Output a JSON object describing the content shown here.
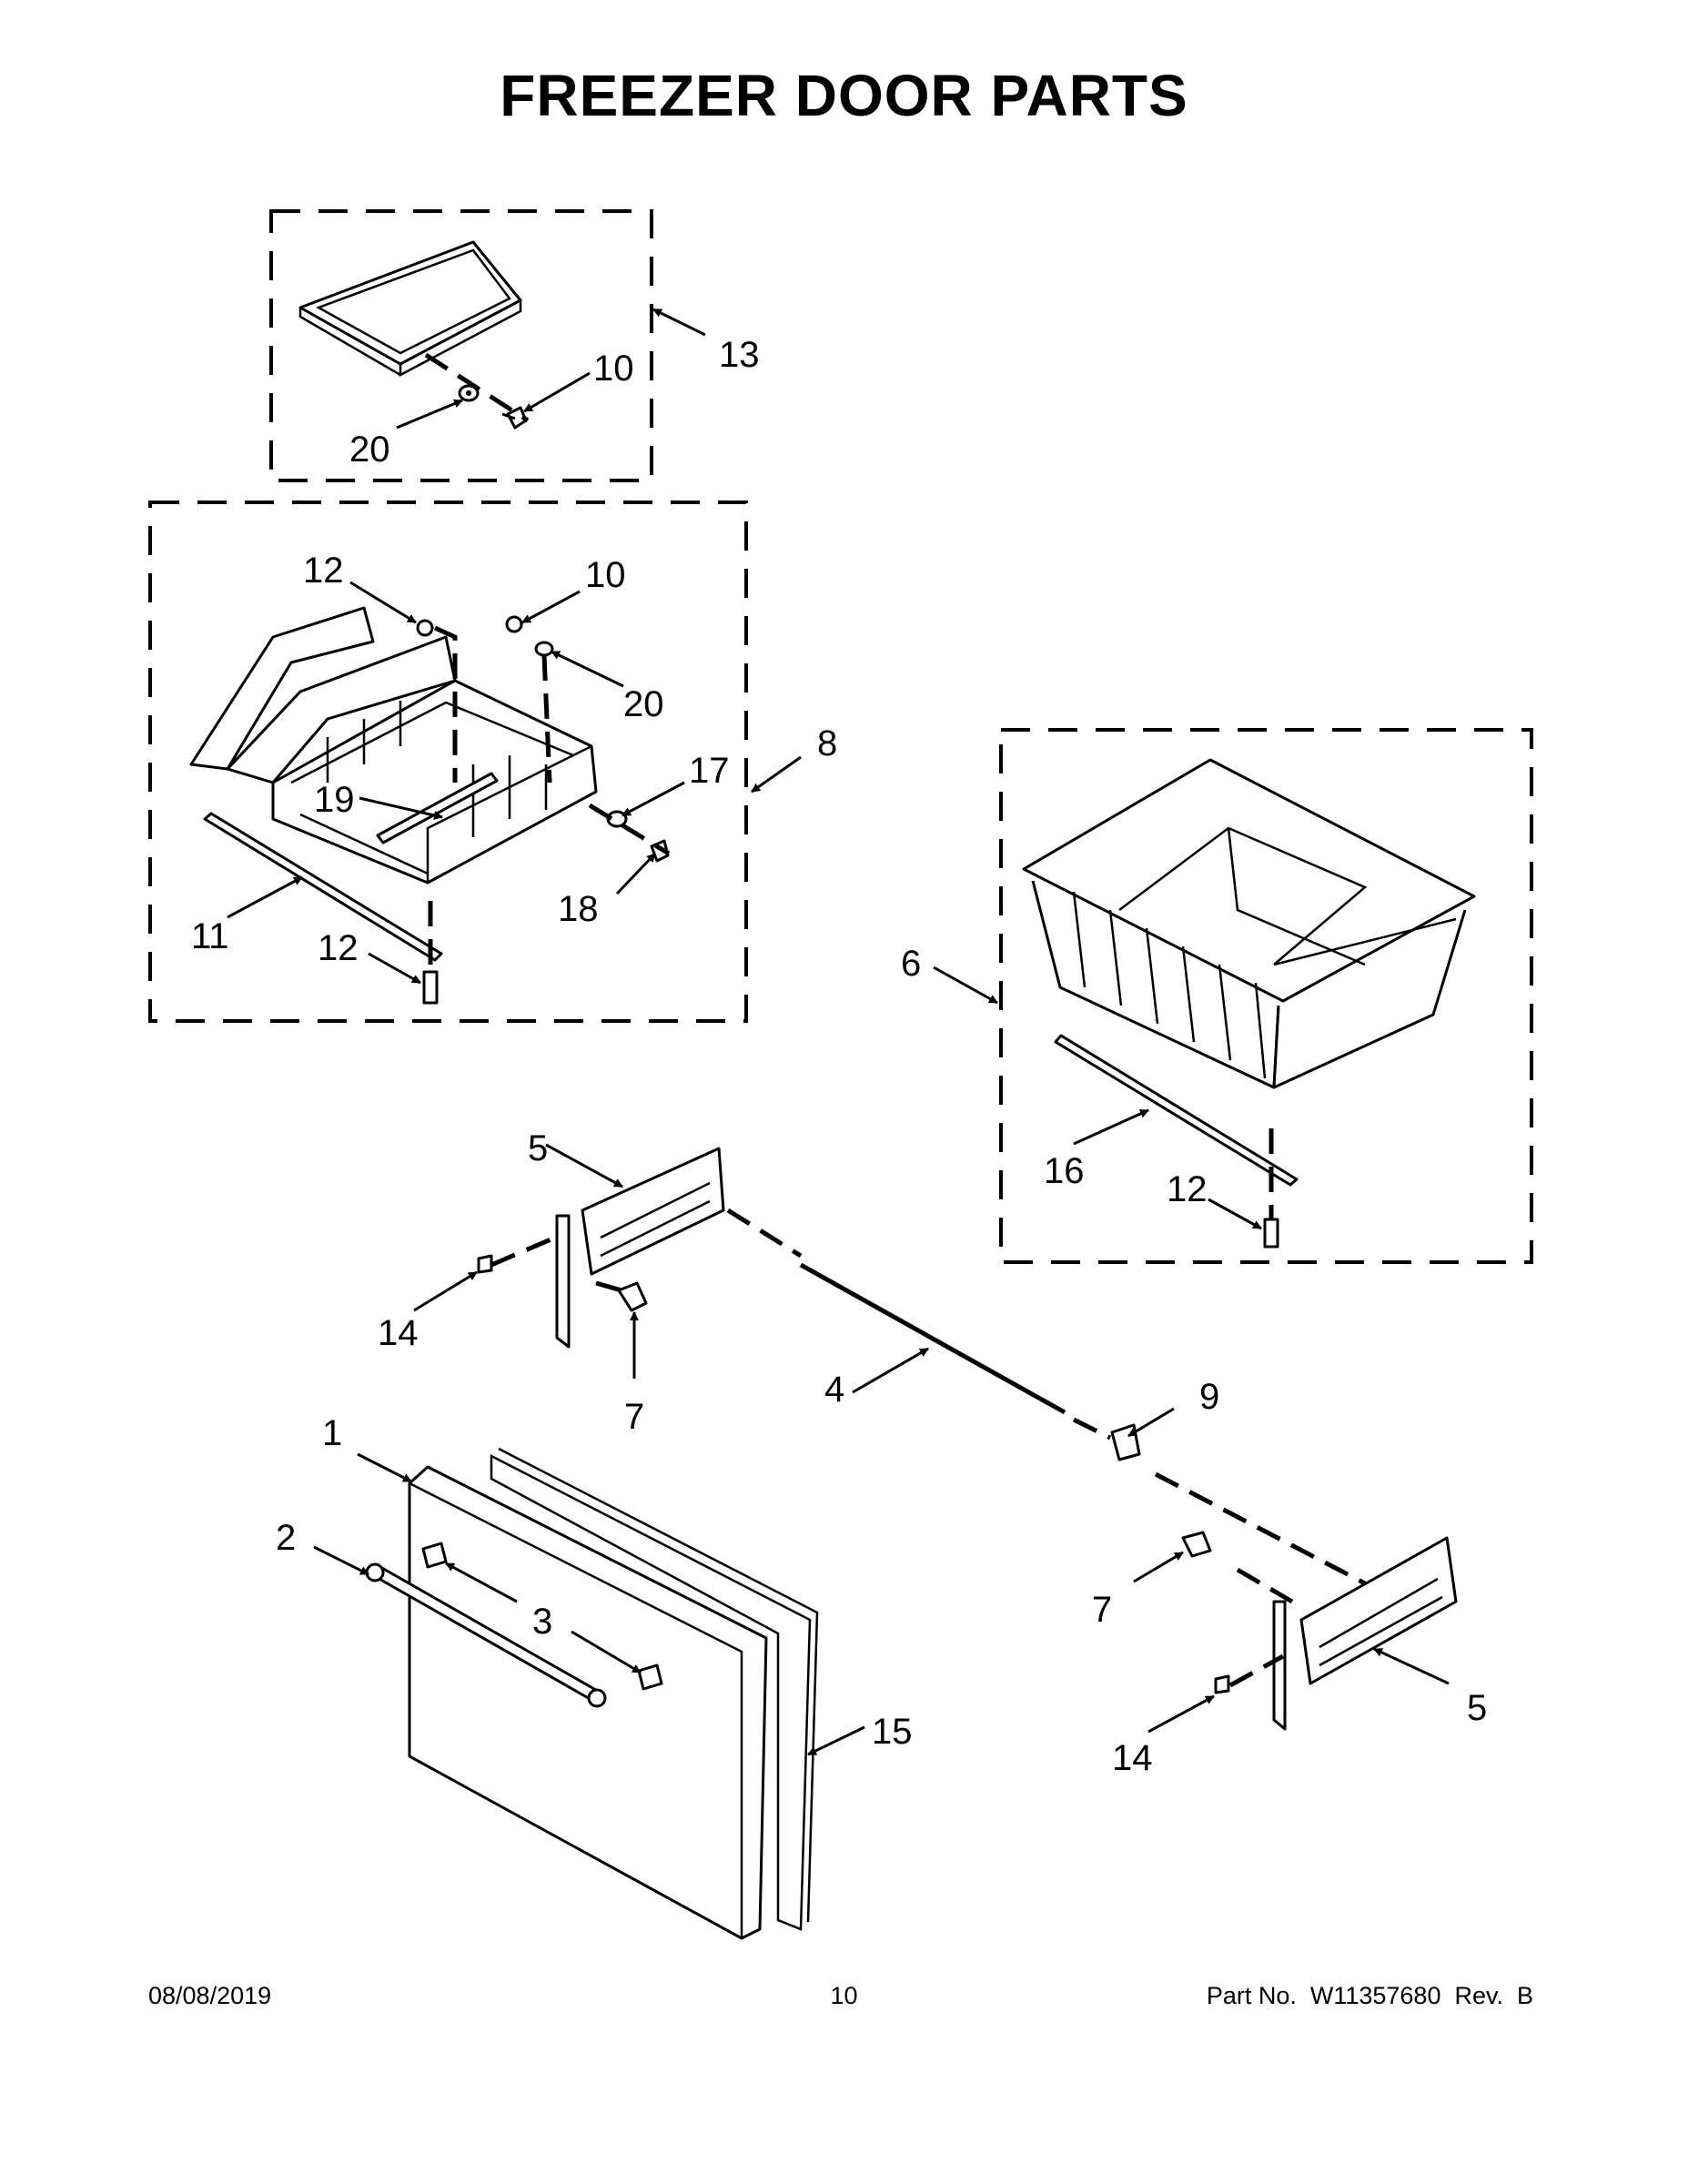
{
  "title": "FREEZER DOOR PARTS",
  "footer": {
    "date": "08/08/2019",
    "page": "10",
    "part_number": "Part No.  W11357680  Rev.  B"
  },
  "callouts": {
    "c13": "13",
    "c10a": "10",
    "c20a": "20",
    "c12a": "12",
    "c10b": "10",
    "c20b": "20",
    "c8": "8",
    "c17": "17",
    "c19": "19",
    "c18": "18",
    "c11": "11",
    "c12b": "12",
    "c6": "6",
    "c16": "16",
    "c12c": "12",
    "c5a": "5",
    "c14a": "14",
    "c7a": "7",
    "c4": "4",
    "c9": "9",
    "c1": "1",
    "c2": "2",
    "c3": "3",
    "c15": "15",
    "c7b": "7",
    "c5b": "5",
    "c14b": "14"
  }
}
